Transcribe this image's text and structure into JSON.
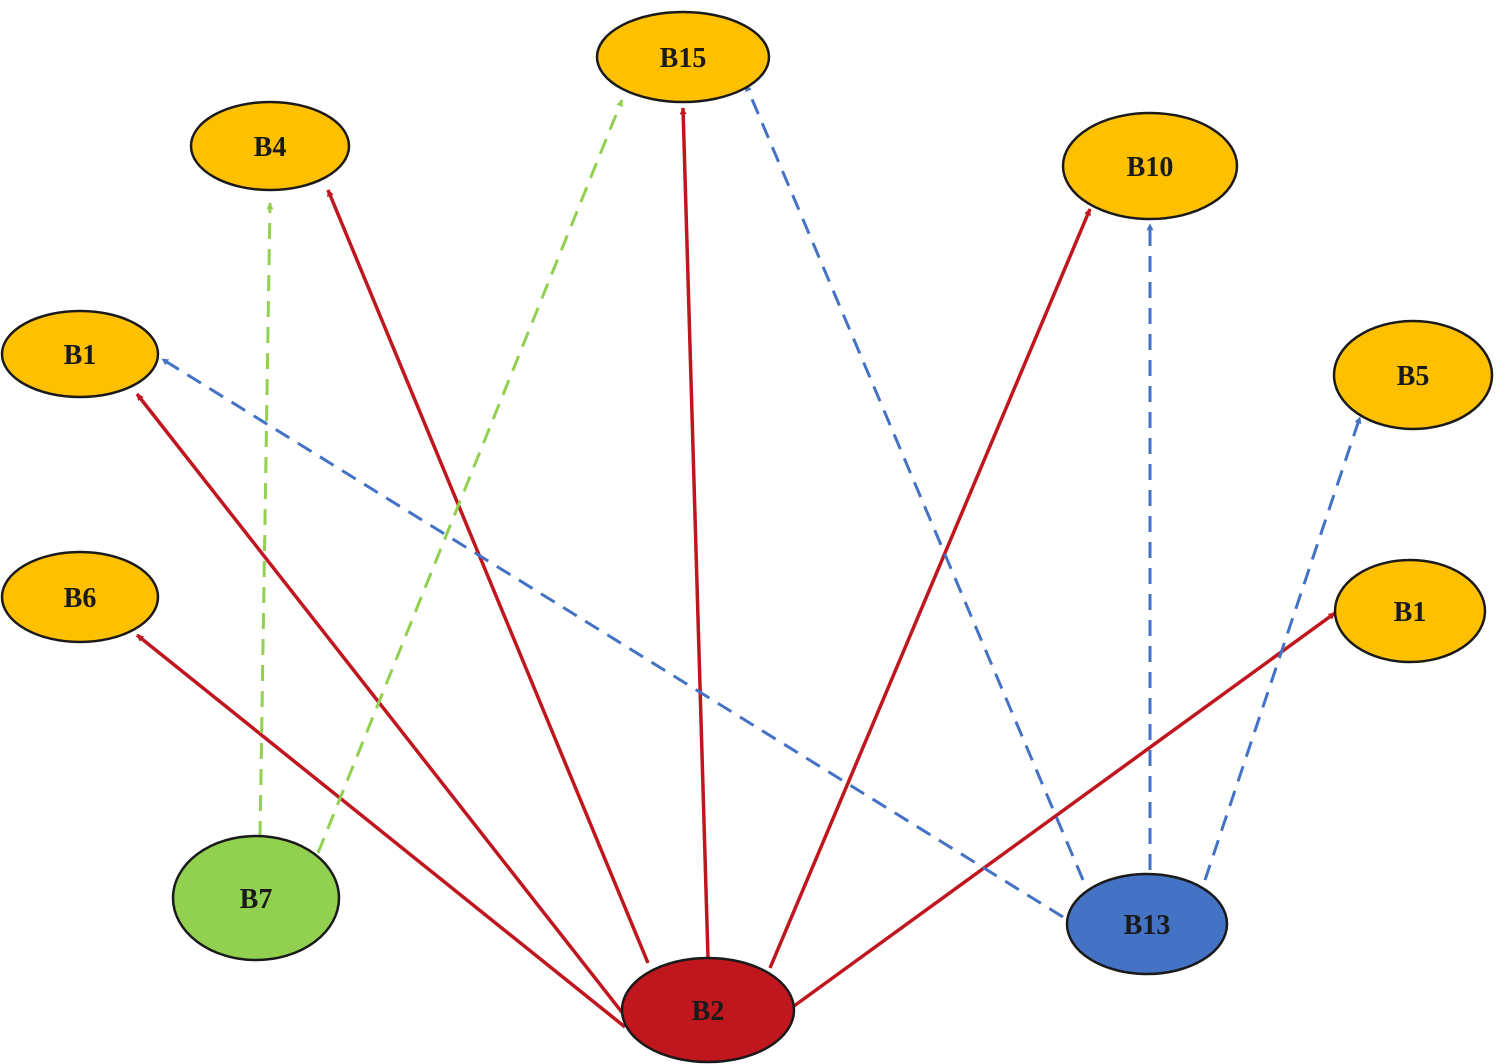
{
  "colors": {
    "target": "#FFC000",
    "b2": "#C0161E",
    "b7": "#92D050",
    "b13": "#4472C4",
    "edge_red": "#C0161E",
    "edge_green": "#92D050",
    "edge_blue": "#4472C4"
  },
  "nodes": [
    {
      "id": "b15",
      "label": "B15",
      "role": "target"
    },
    {
      "id": "b4",
      "label": "B4",
      "role": "target"
    },
    {
      "id": "b10",
      "label": "B10",
      "role": "target"
    },
    {
      "id": "b1_left",
      "label": "B1",
      "role": "target"
    },
    {
      "id": "b5",
      "label": "B5",
      "role": "target"
    },
    {
      "id": "b6",
      "label": "B6",
      "role": "target"
    },
    {
      "id": "b1_right",
      "label": "B1",
      "role": "target"
    },
    {
      "id": "b7",
      "label": "B7",
      "role": "source"
    },
    {
      "id": "b13",
      "label": "B13",
      "role": "source"
    },
    {
      "id": "b2",
      "label": "B2",
      "role": "source"
    }
  ],
  "edges": [
    {
      "from": "b2",
      "to": "b15",
      "style": "solid",
      "color": "red"
    },
    {
      "from": "b2",
      "to": "b4",
      "style": "solid",
      "color": "red"
    },
    {
      "from": "b2",
      "to": "b10",
      "style": "solid",
      "color": "red"
    },
    {
      "from": "b2",
      "to": "b1_left",
      "style": "solid",
      "color": "red"
    },
    {
      "from": "b2",
      "to": "b6",
      "style": "solid",
      "color": "red"
    },
    {
      "from": "b2",
      "to": "b1_right",
      "style": "solid",
      "color": "red"
    },
    {
      "from": "b7",
      "to": "b4",
      "style": "dashed",
      "color": "green"
    },
    {
      "from": "b7",
      "to": "b15",
      "style": "dashed",
      "color": "green"
    },
    {
      "from": "b13",
      "to": "b1_left",
      "style": "dashed",
      "color": "blue"
    },
    {
      "from": "b13",
      "to": "b15",
      "style": "dashed",
      "color": "blue"
    },
    {
      "from": "b13",
      "to": "b10",
      "style": "dashed",
      "color": "blue"
    },
    {
      "from": "b13",
      "to": "b5",
      "style": "dashed",
      "color": "blue"
    }
  ]
}
